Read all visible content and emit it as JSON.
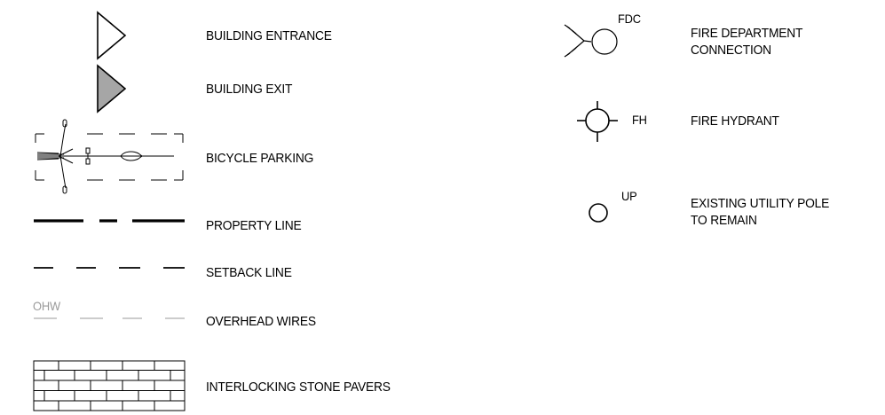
{
  "legend": {
    "left": [
      {
        "key": "building-entrance",
        "label": "BUILDING ENTRANCE"
      },
      {
        "key": "building-exit",
        "label": "BUILDING EXIT"
      },
      {
        "key": "bicycle-parking",
        "label": "BICYCLE PARKING"
      },
      {
        "key": "property-line",
        "label": "PROPERTY LINE"
      },
      {
        "key": "setback-line",
        "label": "SETBACK LINE"
      },
      {
        "key": "overhead-wires",
        "label": "OVERHEAD WIRES",
        "tag": "OHW"
      },
      {
        "key": "interlocking-stone-pavers",
        "label": "INTERLOCKING STONE PAVERS"
      }
    ],
    "right": [
      {
        "key": "fire-department-connection",
        "tag": "FDC",
        "label_line1": "FIRE DEPARTMENT",
        "label_line2": "CONNECTION"
      },
      {
        "key": "fire-hydrant",
        "tag": "FH",
        "label_line1": "FIRE HYDRANT"
      },
      {
        "key": "existing-utility-pole",
        "tag": "UP",
        "label_line1": "EXISTING UTILITY POLE",
        "label_line2": "TO REMAIN"
      }
    ]
  },
  "colors": {
    "line": "#000000",
    "exit_fill": "#a6a6a6",
    "ohw_grey": "#9a9a9a"
  }
}
